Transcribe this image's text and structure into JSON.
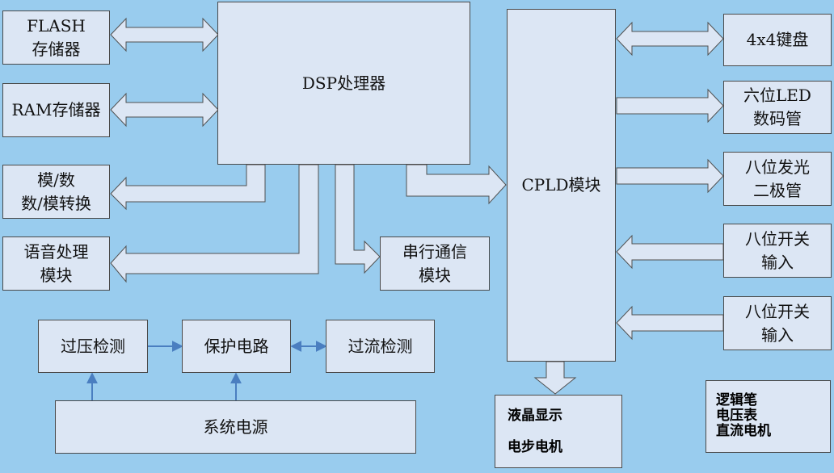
{
  "blocks": {
    "flash": "FLASH\n存储器",
    "ram": "RAM存储器",
    "dsp": "DSP处理器",
    "adc": "模/数\n数/模转换",
    "voice": "语音处理\n模块",
    "serial": "串行通信\n模块",
    "cpld": "CPLD模块",
    "keypad": "4x4键盘",
    "led": "六位LED\n数码管",
    "diode": "八位发光\n二极管",
    "switch1": "八位开关\n输入",
    "switch2": "八位开关\n输入",
    "overvoltage": "过压检测",
    "protect": "保护电路",
    "overcurrent": "过流检测",
    "power": "系统电源"
  },
  "lcd_block": {
    "line1": "液晶显示",
    "line2": "电步电机"
  },
  "extra_block": {
    "line1": "逻辑笔",
    "line2": "电压表",
    "line3": "直流电机"
  },
  "colors": {
    "background": "#99ccee",
    "block_fill": "#dce6f4",
    "block_border": "#4a4a4a",
    "power_arrow": "#4a7ec0"
  }
}
